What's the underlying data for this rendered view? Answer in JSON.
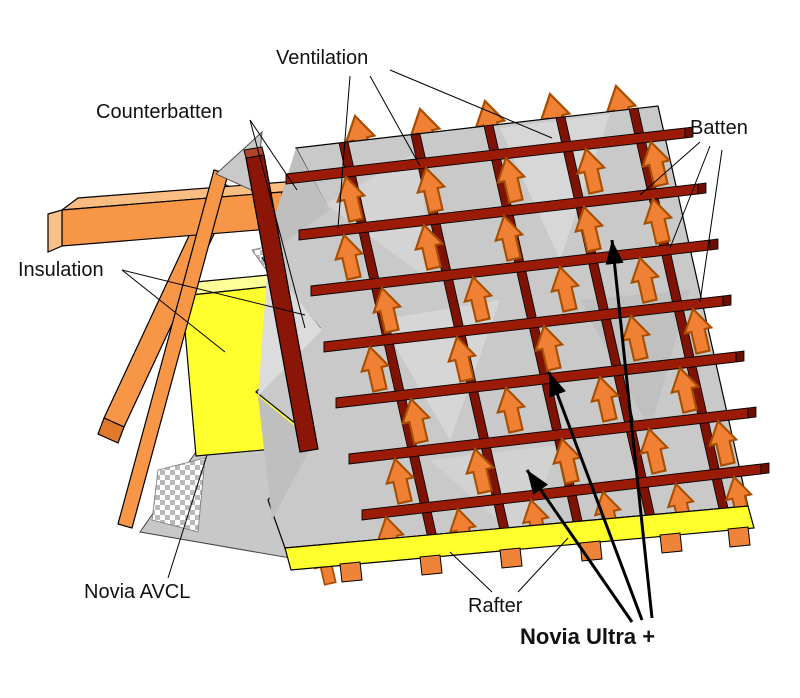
{
  "diagram": {
    "type": "roof-construction-cutaway",
    "labels": {
      "ventilation": "Ventilation",
      "counterbatten": "Counterbatten",
      "batten": "Batten",
      "insulation": "Insulation",
      "novia_avcl": "Novia AVCL",
      "rafter": "Rafter",
      "novia_ultra_plus": "Novia Ultra +"
    },
    "colors": {
      "timber_orange": "#F79646",
      "timber_dark": "#E0792B",
      "batten_red": "#8B1506",
      "batten_cap": "#6B0F03",
      "membrane_grey": "#C9C9C9",
      "insulation_yellow": "#FFFF2E",
      "insulation_top": "#FFFF99",
      "arrow_orange": "#F08033",
      "leader_line": "#000000"
    }
  }
}
